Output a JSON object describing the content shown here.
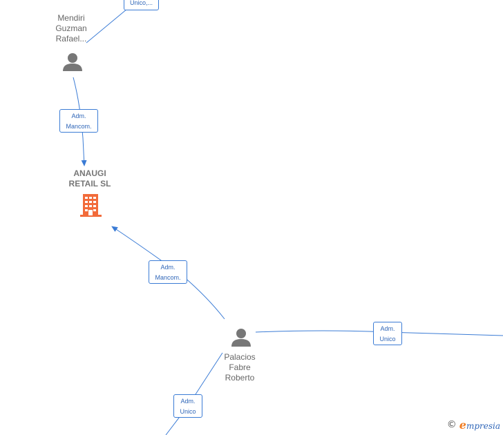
{
  "nodes": {
    "mendiri": {
      "label": "Mendiri\nGuzman\nRafael..."
    },
    "company": {
      "label": "ANAUGI\nRETAIL  SL"
    },
    "palacios": {
      "label": "Palacios\nFabre\nRoberto"
    }
  },
  "edges": {
    "top": {
      "label": "Unico,..."
    },
    "mendiri_company": {
      "label": "Adm.\nMancom."
    },
    "palacios_company": {
      "label": "Adm.\nMancom."
    },
    "palacios_right": {
      "label": "Adm.\nUnico"
    },
    "palacios_bottom": {
      "label": "Adm.\nUnico"
    }
  },
  "watermark": {
    "copyright": "©",
    "brand_initial": "e",
    "brand_rest": "mpresia"
  },
  "colors": {
    "edge": "#3a7bd5",
    "person": "#777777",
    "company": "#f26b3a"
  }
}
